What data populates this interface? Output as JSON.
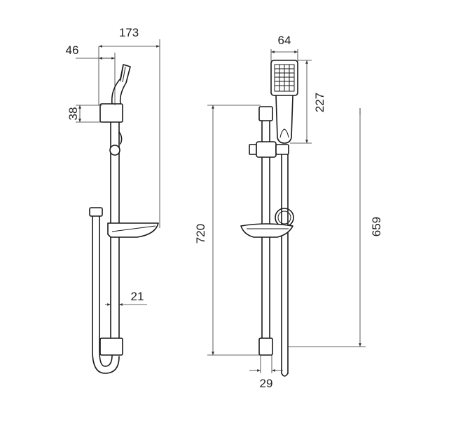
{
  "dimensions": {
    "d173": "173",
    "d46": "46",
    "d38": "38",
    "d21": "21",
    "d64": "64",
    "d227": "227",
    "d720": "720",
    "d659": "659",
    "d29": "29"
  }
}
